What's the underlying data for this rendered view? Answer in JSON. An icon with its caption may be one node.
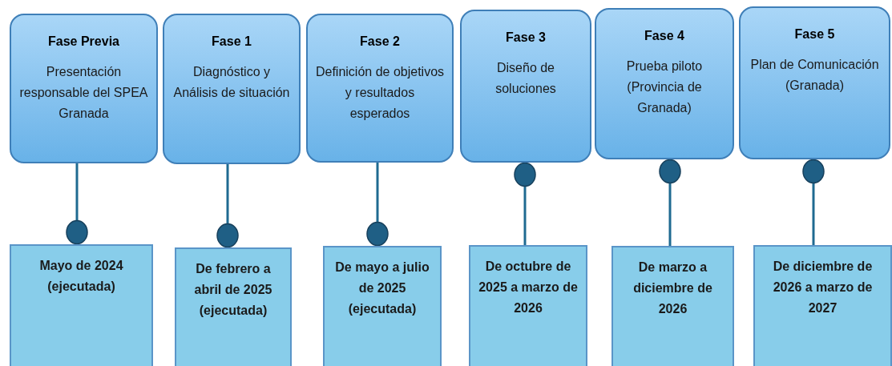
{
  "diagram": {
    "nodes": [
      {
        "text": [
          "Fase Previa",
          "Presentación responsable del SPEA Granada"
        ]
      },
      {
        "text": [
          "Fase 1",
          "Diagnóstico y Análisis de situación"
        ]
      },
      {
        "text": [
          "Fase 2",
          "Definición de objetivos y resultados esperados"
        ]
      },
      {
        "text": [
          "Fase 3",
          "Diseño de soluciones"
        ]
      },
      {
        "text": [
          "Fase 4",
          "Prueba piloto (Provincia de Granada)"
        ]
      },
      {
        "text": [
          "Fase 5",
          "Plan de Comunicación (Granada)"
        ]
      },
      {
        "text": [
          "Mayo de 2024 (ejecutada)"
        ]
      },
      {
        "text": [
          "De febrero a abril de 2025 (ejecutada)"
        ]
      },
      {
        "text": [
          "De mayo a julio de 2025 (ejecutada)"
        ]
      },
      {
        "text": [
          "De octubre de 2025 a marzo de 2026"
        ]
      },
      {
        "text": [
          "De marzo a diciembre de 2026"
        ]
      },
      {
        "text": [
          "De diciembre de 2026 a marzo de 2027"
        ]
      }
    ],
    "edges": [
      {
        "from": 0,
        "to": 6,
        "arrow": "other"
      },
      {
        "from": 1,
        "to": 7,
        "arrow": "other"
      },
      {
        "from": 2,
        "to": 8,
        "arrow": "other"
      },
      {
        "from": 9,
        "to": 3,
        "arrow": "other"
      },
      {
        "from": 10,
        "to": 4,
        "arrow": "other"
      },
      {
        "from": 11,
        "to": 5,
        "arrow": "other"
      }
    ]
  }
}
